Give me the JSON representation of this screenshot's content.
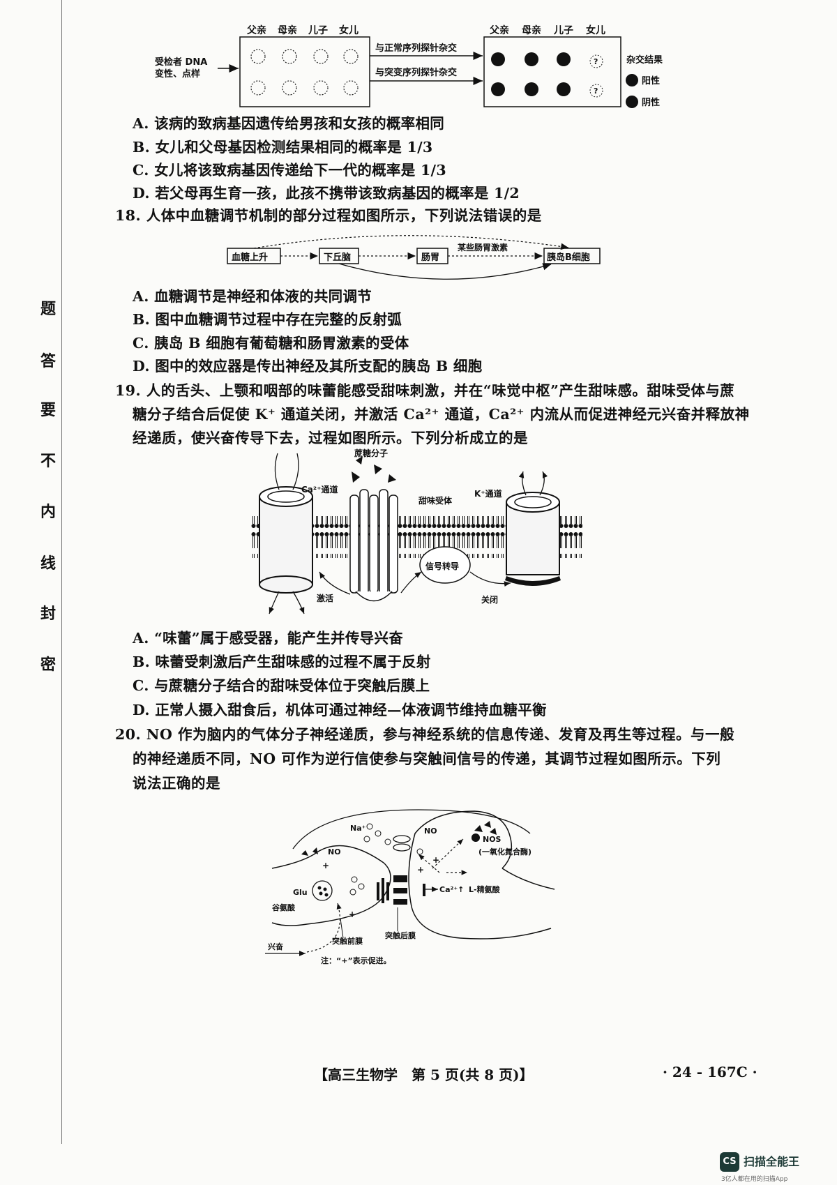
{
  "margin_vertical_text": [
    "密",
    "封",
    "线",
    "内",
    "不",
    "要",
    "答",
    "题"
  ],
  "fig17": {
    "columns": [
      "父亲",
      "母亲",
      "儿子",
      "女儿"
    ],
    "sample_label_1": "受检者 DNA",
    "sample_label_2": "变性、点样",
    "probe_normal": "与正常序列探针杂交",
    "probe_mutant": "与突变序列探针杂交",
    "result_title": "杂交结果",
    "positive": "阳性",
    "negative": "阴性",
    "unknown_mark": "?"
  },
  "q17_options": [
    "A. 该病的致病基因遗传给男孩和女孩的概率相同",
    "B. 女儿和父母基因检测结果相同的概率是 1/3",
    "C. 女儿将该致病基因传递给下一代的概率是 1/3",
    "D. 若父母再生育一孩，此孩不携带该致病基因的概率是 1/2"
  ],
  "q18": {
    "stem": "18. 人体中血糖调节机制的部分过程如图所示，下列说法错误的是",
    "fig": {
      "box1": "血糖上升",
      "box2": "下丘脑",
      "box3": "肠胃",
      "box4": "胰岛B细胞",
      "hormone": "某些肠胃激素"
    },
    "options": [
      "A. 血糖调节是神经和体液的共同调节",
      "B. 图中血糖调节过程中存在完整的反射弧",
      "C. 胰岛 B 细胞有葡萄糖和肠胃激素的受体",
      "D. 图中的效应器是传出神经及其所支配的胰岛 B 细胞"
    ]
  },
  "q19": {
    "stem_lines": [
      "19. 人的舌头、上颚和咽部的味蕾能感受甜味刺激，并在“味觉中枢”产生甜味感。甜味受体与蔗",
      "糖分子结合后促使 K⁺ 通道关闭，并激活 Ca²⁺ 通道，Ca²⁺ 内流从而促进神经元兴奋并释放神",
      "经递质，使兴奋传导下去，过程如图所示。下列分析成立的是"
    ],
    "fig": {
      "sucrose": "蔗糖分子",
      "ca_channel": "Ca²⁺通道",
      "receptor": "甜味受体",
      "k_channel": "K⁺通道",
      "signal": "信号转导",
      "activate": "激活",
      "close": "关闭"
    },
    "options": [
      "A. “味蕾”属于感受器，能产生并传导兴奋",
      "B. 味蕾受刺激后产生甜味感的过程不属于反射",
      "C. 与蔗糖分子结合的甜味受体位于突触后膜上",
      "D. 正常人摄入甜食后，机体可通过神经—体液调节维持血糖平衡"
    ]
  },
  "q20": {
    "stem_lines": [
      "20. NO 作为脑内的气体分子神经递质，参与神经系统的信息传递、发育及再生等过程。与一般",
      "的神经递质不同，NO 可作为逆行信使参与突触间信号的传递，其调节过程如图所示。下列",
      "说法正确的是"
    ],
    "fig": {
      "na": "Na⁺",
      "no1": "NO",
      "no2": "NO",
      "nos": "NOS",
      "nos_full": "(一氧化氮合酶)",
      "glu": "Glu",
      "glu_full": "谷氨酸",
      "ca": "Ca²⁺↑",
      "arg": "L-精氨酸",
      "excite": "兴奋",
      "pre": "突触前膜",
      "post": "突触后膜",
      "note": "注：“+”表示促进。",
      "plus": "+"
    }
  },
  "footer": {
    "center": "【高三生物学　第 5 页(共 8 页)】",
    "code": "· 24 - 167C ·"
  },
  "watermark": {
    "logo": "CS",
    "title": "扫描全能王",
    "subtitle": "3亿人都在用的扫描App"
  }
}
